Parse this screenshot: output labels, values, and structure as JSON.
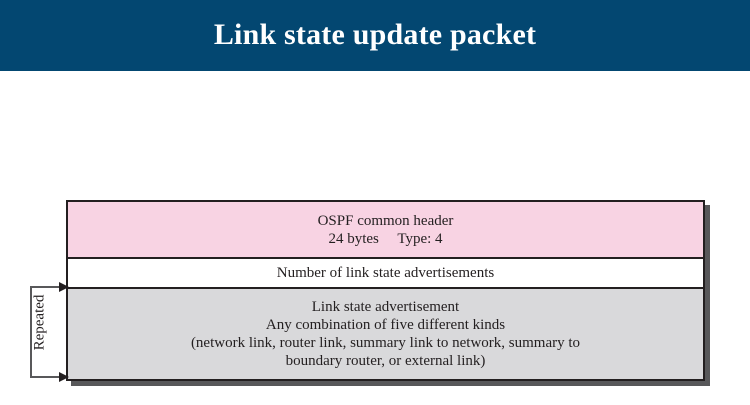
{
  "slide": {
    "title": "Link state update packet",
    "title_bg_color": "#034771",
    "title_text_color": "#ffffff"
  },
  "diagram": {
    "name": "link-state-update-packet",
    "repeated_label": "Repeated",
    "colors": {
      "ospf_header_fill": "#f8d3e3",
      "count_fill": "#ffffff",
      "lsa_fill": "#d9d9db",
      "border": "#231f20",
      "shadow": "#58585a"
    },
    "fields": [
      {
        "name": "ospf-common-header",
        "lines": [
          "OSPF common header",
          "24 bytes     Type: 4"
        ]
      },
      {
        "name": "number-of-link-state-advertisements",
        "lines": [
          "Number of link state advertisements"
        ]
      },
      {
        "name": "link-state-advertisement",
        "lines": [
          "Link state advertisement",
          "Any combination of five different kinds",
          "(network link, router link, summary link to network, summary to",
          "boundary router, or external link)"
        ]
      }
    ]
  }
}
